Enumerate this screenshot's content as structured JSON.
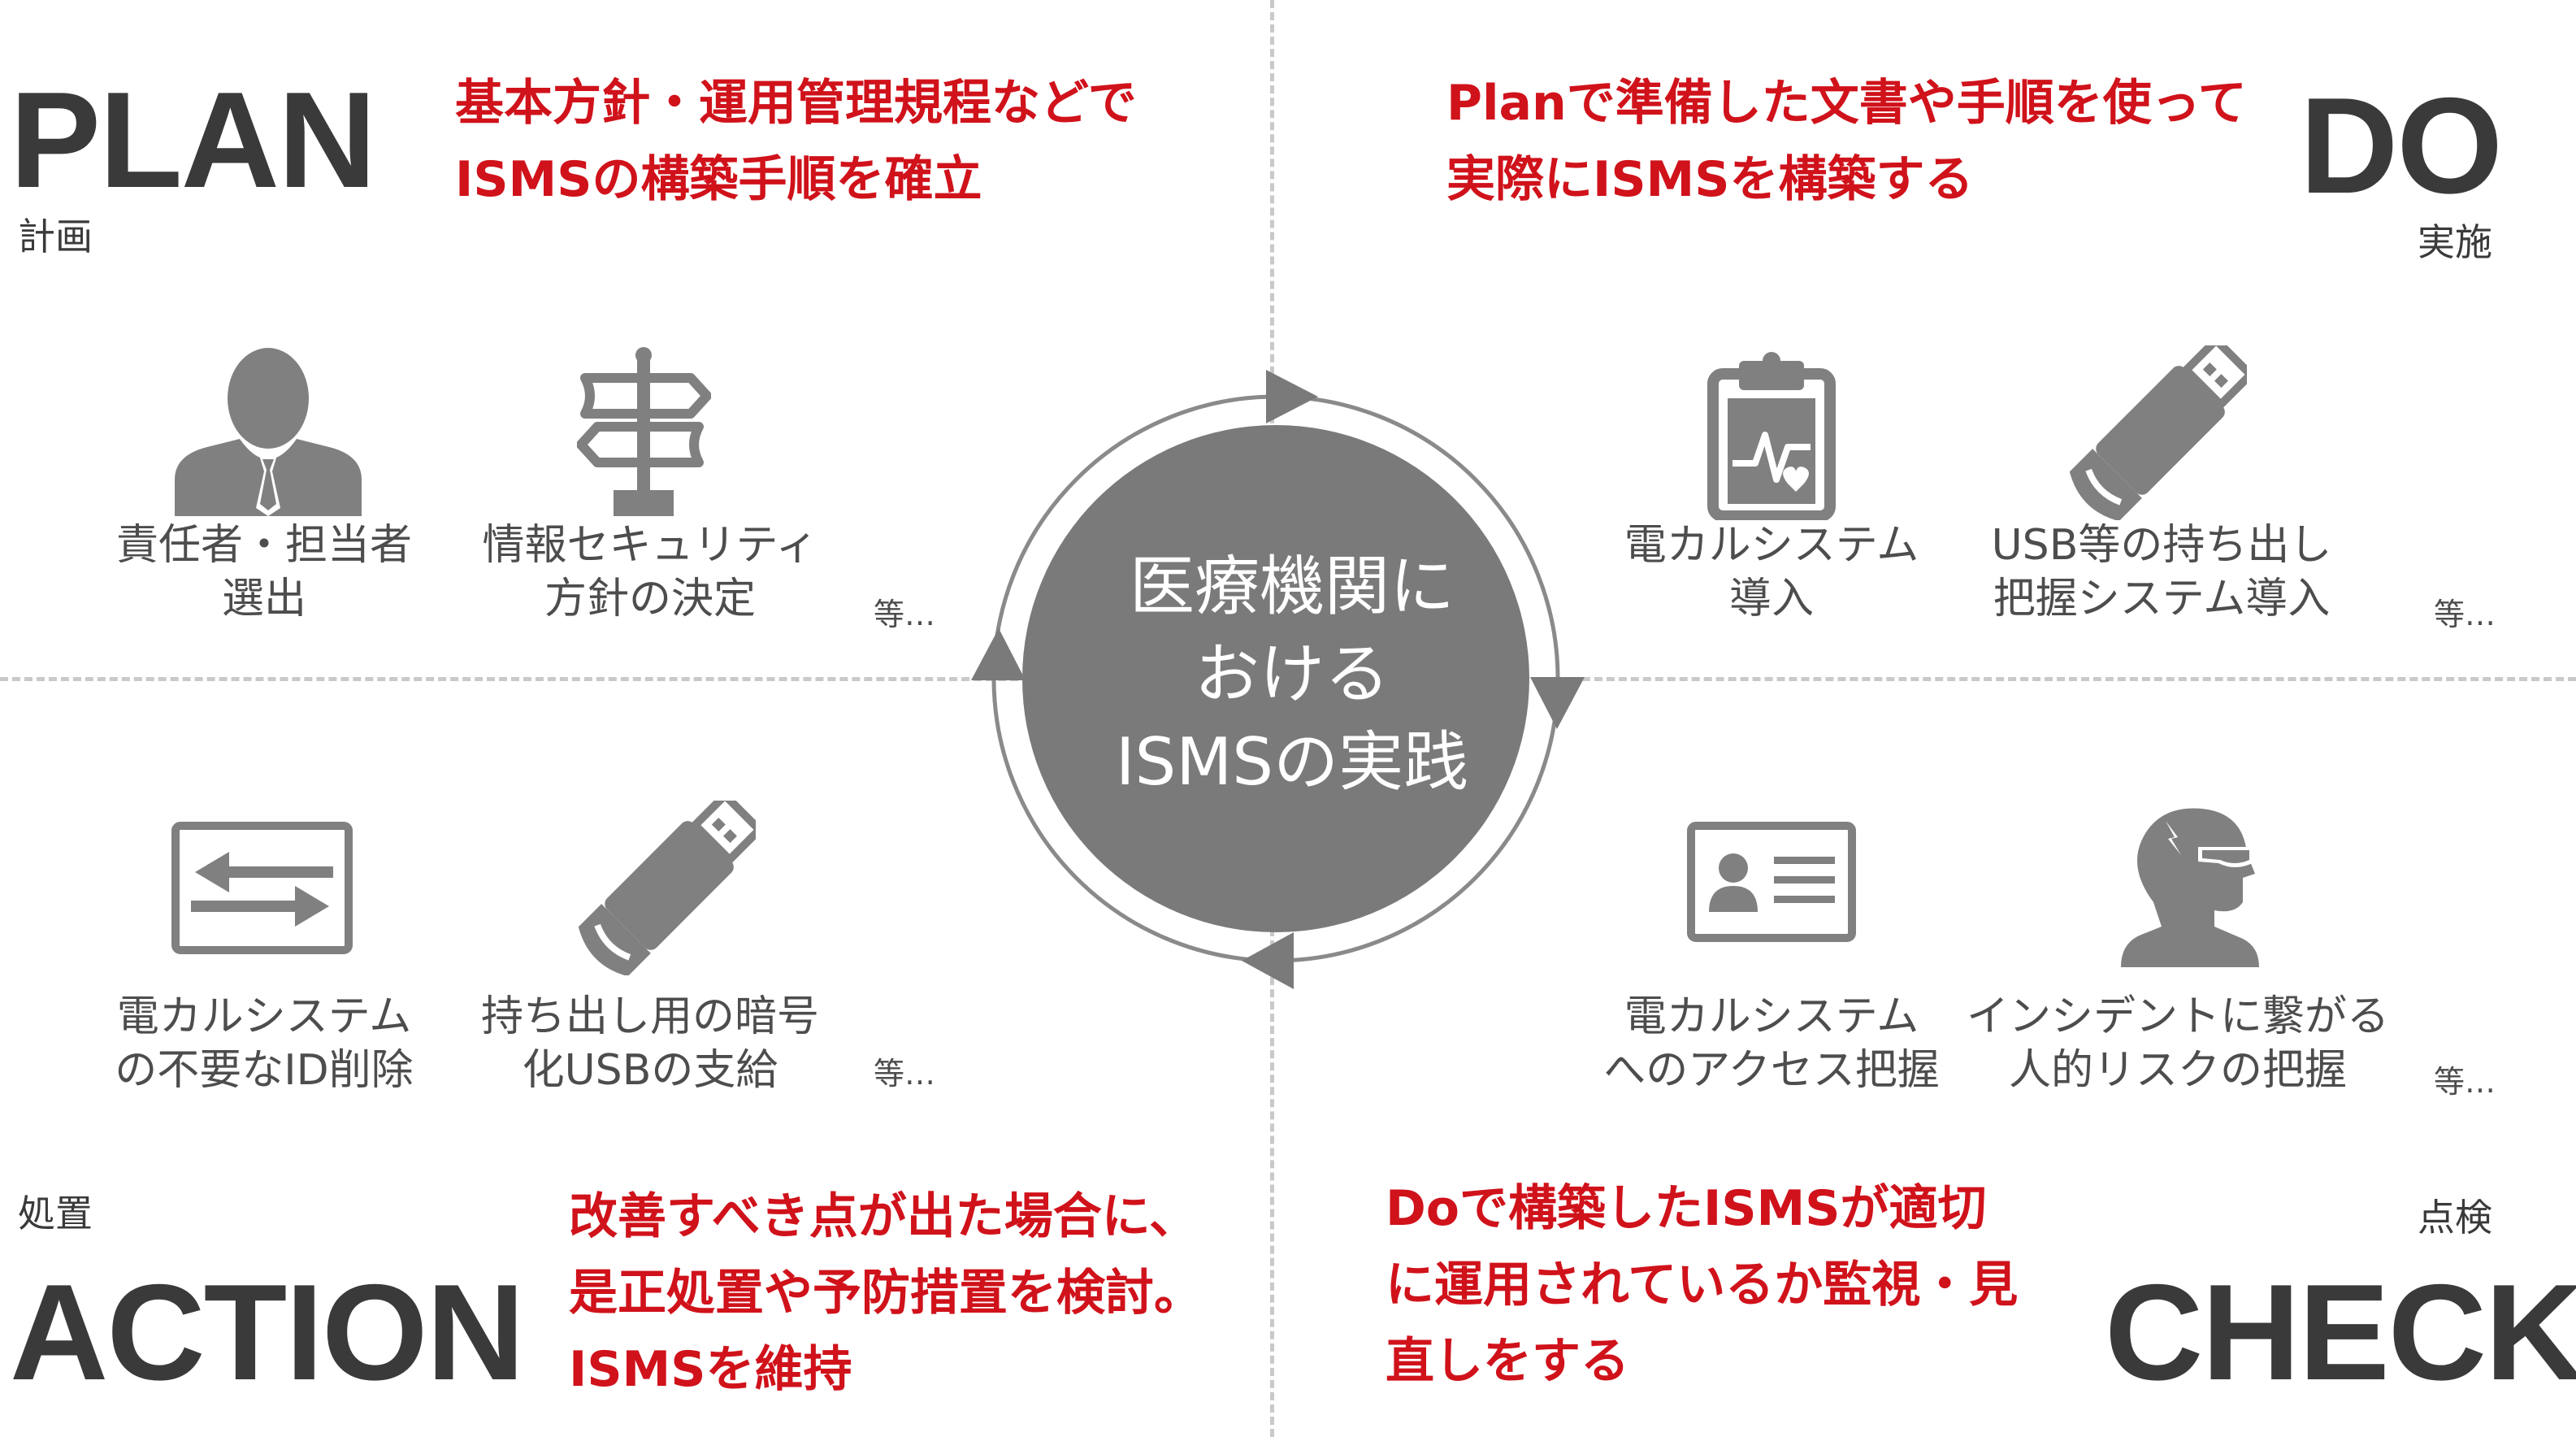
{
  "center": {
    "lines": [
      "医療機関に",
      "おける",
      "ISMSの実践"
    ]
  },
  "plan": {
    "title": "PLAN",
    "subtitle": "計画",
    "description": [
      "基本方針・運用管理規程などで",
      "ISMSの構築手順を確立"
    ],
    "items": [
      {
        "icon": "person-icon",
        "lines": [
          "責任者・担当者",
          "選出"
        ]
      },
      {
        "icon": "signpost-icon",
        "lines": [
          "情報セキュリティ",
          "方針の決定"
        ]
      }
    ],
    "etc": "等…"
  },
  "do": {
    "title": "DO",
    "subtitle": "実施",
    "description": [
      "Planで準備した文書や手順を使って",
      "実際にISMSを構築する"
    ],
    "items": [
      {
        "icon": "clipboard-heart-icon",
        "lines": [
          "電カルシステム",
          "導入"
        ]
      },
      {
        "icon": "usb-drive-icon",
        "lines": [
          "USB等の持ち出し",
          "把握システム導入"
        ]
      }
    ],
    "etc": "等…"
  },
  "action": {
    "title": "ACTION",
    "subtitle": "処置",
    "description": [
      "改善すべき点が出た場合に、",
      "是正処置や予防措置を検討。",
      "ISMSを維持"
    ],
    "items": [
      {
        "icon": "exchange-arrows-icon",
        "lines": [
          "電カルシステム",
          "の不要なID削除"
        ]
      },
      {
        "icon": "usb-drive-icon",
        "lines": [
          "持ち出し用の暗号",
          "化USBの支給"
        ]
      }
    ],
    "etc": "等…"
  },
  "check": {
    "title": "CHECK",
    "subtitle": "点検",
    "description": [
      "Doで構築したISMSが適切",
      "に運用されているか監視・見",
      "直しをする"
    ],
    "items": [
      {
        "icon": "id-card-icon",
        "lines": [
          "電カルシステム",
          "へのアクセス把握"
        ]
      },
      {
        "icon": "hacker-icon",
        "lines": [
          "インシデントに繋がる",
          "人的リスクの把握"
        ]
      }
    ],
    "etc": "等…"
  },
  "colors": {
    "accent_red": "#d0121b",
    "icon_gray": "#808080",
    "circle_gray": "#7a7a7a",
    "text_dark": "#3a3a3a"
  }
}
